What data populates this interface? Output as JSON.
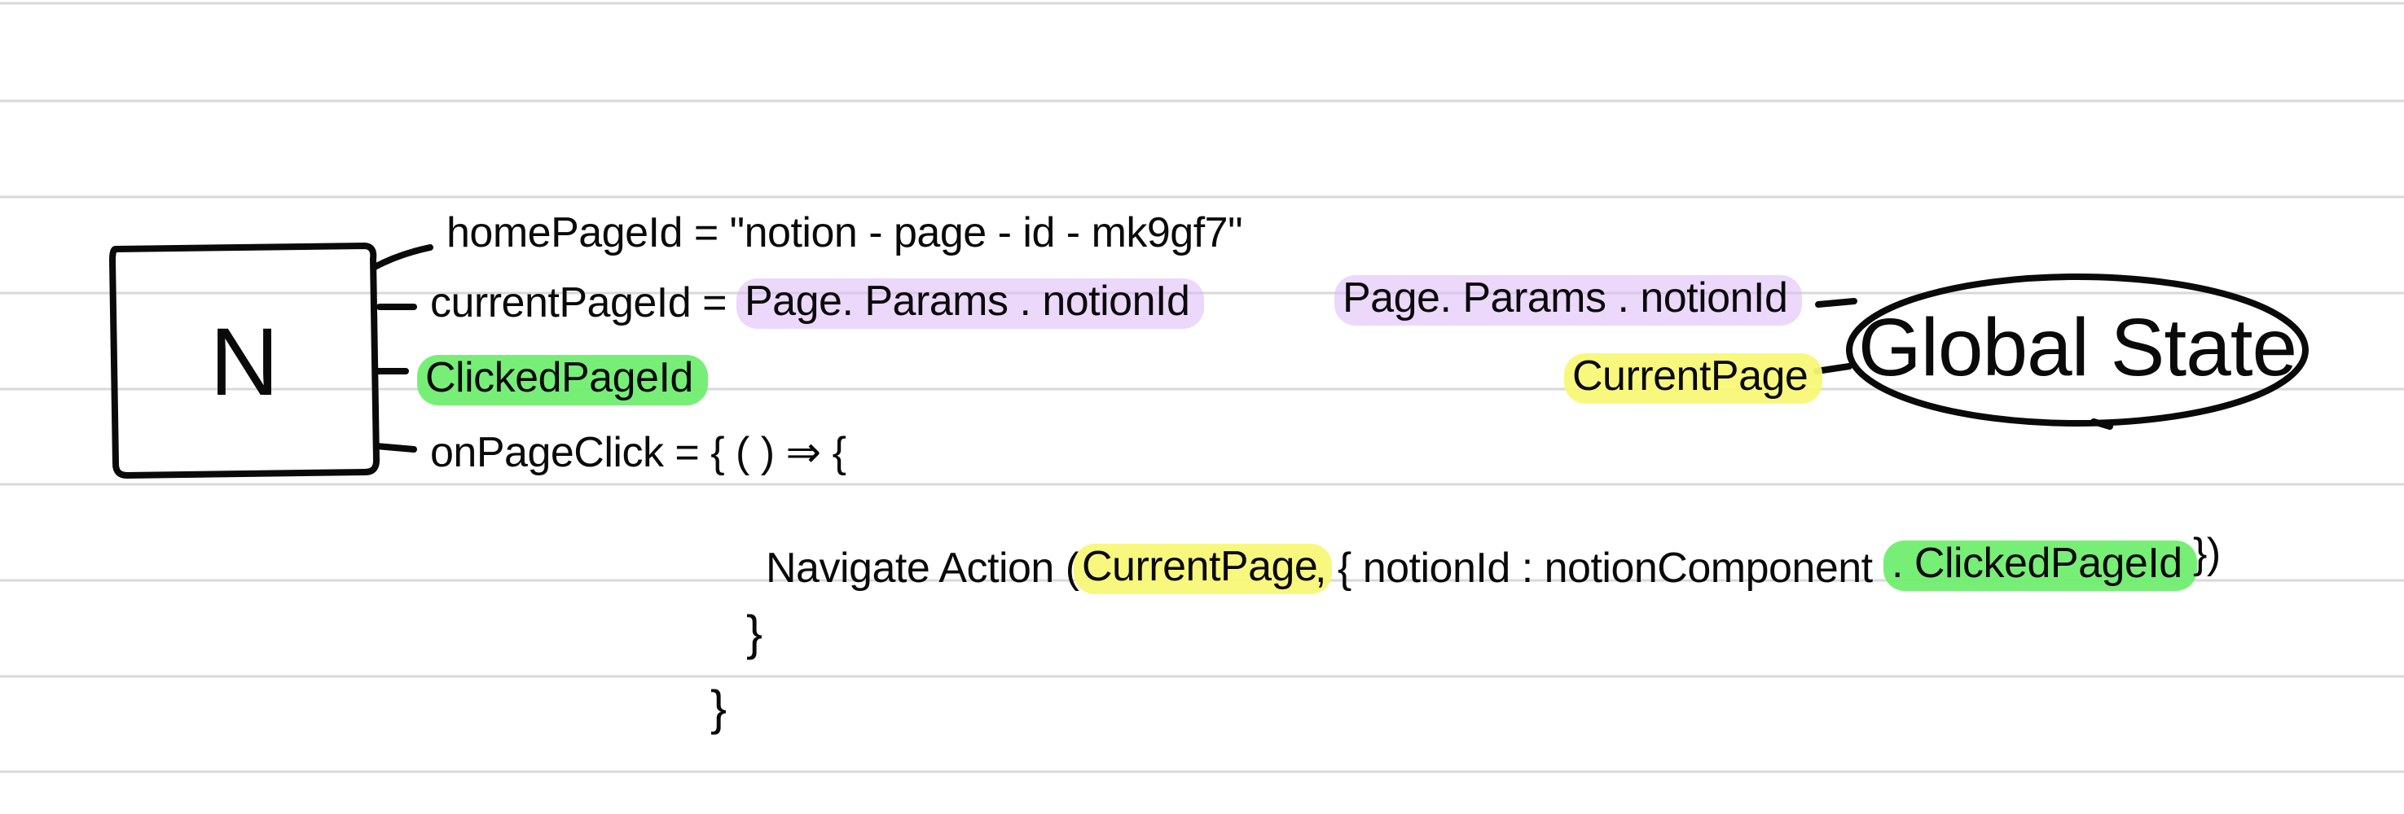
{
  "canvas": {
    "ruled_line_color": "#d9d9d9",
    "ink_color": "#0a0a0a"
  },
  "highlight_colors": {
    "purple": "#dab8f5",
    "green": "#70ee70",
    "yellow": "#f8f878"
  },
  "component_box": {
    "label": "N"
  },
  "global_state": {
    "label": "Global State"
  },
  "properties": {
    "home_page_id": "homePageId = \"notion - page - id - mk9gf7\"",
    "current_page_id_prefix": "currentPageId =",
    "current_page_id_value": "Page. Params . notionId",
    "clicked_page_id": "ClickedPageId",
    "on_page_click": "onPageClick = { ( ) ⇒ {"
  },
  "global_state_props": {
    "params_notion_id": "Page. Params . notionId",
    "current_page": "CurrentPage"
  },
  "code": {
    "navigate_prefix": "Navigate Action (",
    "navigate_arg1": "CurrentPage",
    "navigate_mid": ",  { notionId :   notionComponent",
    "navigate_arg2": ". ClickedPageId",
    "navigate_suffix": "})",
    "inner_close": "}",
    "outer_close": "}"
  }
}
